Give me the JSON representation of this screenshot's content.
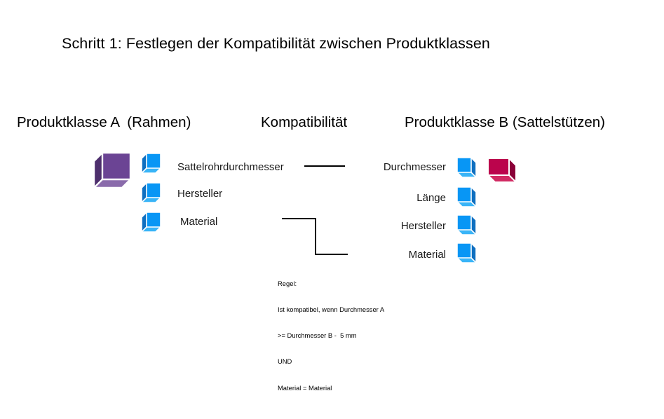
{
  "title": "Schritt 1: Festlegen der Kompatibilität zwischen Produktklassen",
  "columns": {
    "left_header": "Produktklasse A  (Rahmen)",
    "middle_header": "Kompatibilität",
    "right_header": "Produktklasse B (Sattelstützen)"
  },
  "class_a": {
    "icon": "cube-icon-purple",
    "color": "#6b4494",
    "attributes": [
      {
        "label": "Sattelrohrdurchmesser",
        "icon": "cube-icon-blue",
        "color": "#0896f5"
      },
      {
        "label": "Hersteller",
        "icon": "cube-icon-blue",
        "color": "#0896f5"
      },
      {
        "label": "Material",
        "icon": "cube-icon-blue",
        "color": "#0896f5"
      }
    ]
  },
  "class_b": {
    "icon": "cube-icon-red",
    "color": "#bb044c",
    "attributes": [
      {
        "label": "Durchmesser",
        "icon": "cube-icon-blue",
        "color": "#0896f5"
      },
      {
        "label": "Länge",
        "icon": "cube-icon-blue",
        "color": "#0896f5"
      },
      {
        "label": "Hersteller",
        "icon": "cube-icon-blue",
        "color": "#0896f5"
      },
      {
        "label": "Material",
        "icon": "cube-icon-blue",
        "color": "#0896f5"
      }
    ]
  },
  "connectors": [
    {
      "name": "diameter-link",
      "type": "straight"
    },
    {
      "name": "material-link",
      "type": "step"
    }
  ],
  "rule": {
    "heading": "Regel:",
    "line1": "Ist kompatibel, wenn Durchmesser A",
    "line2": ">= Durchmesser B -  5 mm",
    "line3": "UND",
    "line4": "Material = Material"
  }
}
